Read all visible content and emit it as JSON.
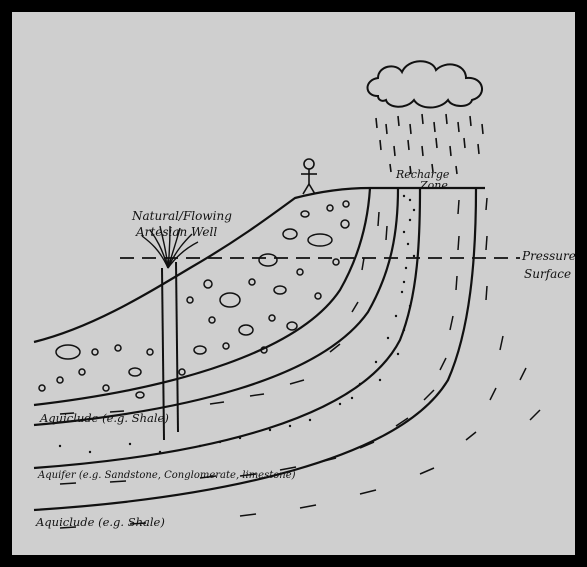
{
  "colors": {
    "border": "#000000",
    "paper": "#cfcfcf",
    "ink": "#111111"
  },
  "labels": {
    "well_line1": "Natural/Flowing",
    "well_line2": "Artesian Well",
    "recharge_line1": "Recharge",
    "recharge_line2": "Zone",
    "pressure_line1": "Pressure",
    "pressure_line2": "Surface",
    "aquiclude_top": "Aquiclude (e.g. Shale)",
    "aquifer": "Aquifer (e.g. Sandstone, Conglomerate, limestone)",
    "aquiclude_bottom": "Aquiclude (e.g. Shale)"
  }
}
